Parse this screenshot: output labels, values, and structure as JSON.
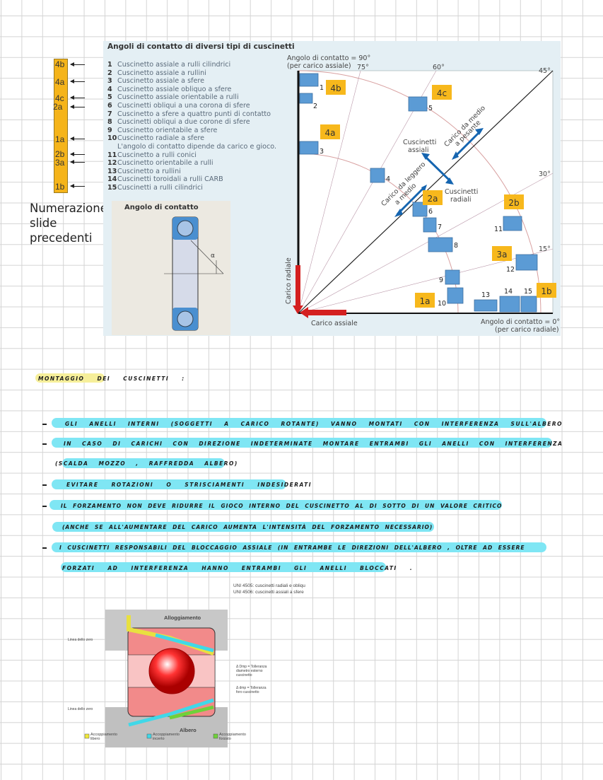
{
  "left_bar": {
    "labels": [
      "4b",
      "4a",
      "4c",
      "2a",
      "1a",
      "2b",
      "3a",
      "1b"
    ],
    "caption": [
      "Numerazione",
      "slide",
      "precedenti"
    ],
    "color": "#f5b41a"
  },
  "figure": {
    "title": "Angoli di contatto di diversi tipi di cuscinetti",
    "items": [
      {
        "n": "1",
        "t": "Cuscinetto assiale a rulli cilindrici"
      },
      {
        "n": "2",
        "t": "Cuscinetto assiale a rullini"
      },
      {
        "n": "3",
        "t": "Cuscinetto assiale a sfere"
      },
      {
        "n": "4",
        "t": "Cuscinetto assiale obliquo a sfere"
      },
      {
        "n": "5",
        "t": "Cuscinetto assiale orientabile a rulli"
      },
      {
        "n": "6",
        "t": "Cuscinetti obliqui a una corona di sfere"
      },
      {
        "n": "7",
        "t": "Cuscinetto a sfere a quattro punti di contatto"
      },
      {
        "n": "8",
        "t": "Cuscinetti obliqui a due corone di sfere"
      },
      {
        "n": "9",
        "t": "Cuscinetto orientabile a sfere"
      },
      {
        "n": "10",
        "t": "Cuscinetto radiale a sfere"
      },
      {
        "n": "",
        "t": "L'angolo di contatto dipende da carico e gioco."
      },
      {
        "n": "11",
        "t": "Cuscinetto a rulli conici"
      },
      {
        "n": "12",
        "t": "Cuscinetto orientabile a rulli"
      },
      {
        "n": "13",
        "t": "Cuscinetto a rullini"
      },
      {
        "n": "14",
        "t": "Cuscinetti toroidali a rulli CARB"
      },
      {
        "n": "15",
        "t": "Cuscinetti a rulli cilindrici"
      }
    ],
    "inset_title": "Angolo di contatto",
    "alpha": "α",
    "diagram": {
      "top_label": [
        "Angolo di contatto = 90°",
        "(per carico assiale)"
      ],
      "bottom_label": [
        "Angolo di contatto = 0°",
        "(per carico radiale)"
      ],
      "angles": [
        "75°",
        "60°",
        "45°",
        "30°",
        "15°"
      ],
      "axial": "Carico assiale",
      "radial": "Carico radiale",
      "assiali": [
        "Cuscinetti",
        "assiali"
      ],
      "radiali": [
        "Cuscinetti",
        "radiali"
      ],
      "light": [
        "Carico da leggero",
        "a medio"
      ],
      "heavy": [
        "Carico da medio",
        "a pesante"
      ],
      "tags": [
        "4b",
        "4c",
        "4a",
        "2a",
        "2b",
        "3a",
        "1a",
        "1b"
      ],
      "numbers": [
        "1",
        "2",
        "3",
        "4",
        "5",
        "6",
        "7",
        "8",
        "9",
        "10",
        "11",
        "12",
        "13",
        "14",
        "15"
      ]
    }
  },
  "notes": {
    "title": "Montaggio dei cuscinetti :",
    "lines": [
      "Gli anelli interni (soggetti a carico rotante) vanno montati con interferenza sull'albero",
      "In caso di carichi con direzione indeterminate montare entrambi gli anelli con interferenza",
      "(scalda mozzo , raffredda albero)",
      "Evitare rotazioni o strisciamenti indesiderati",
      "Il forzamento non deve ridurre il gioco interno del cuscinetto al di sotto di un valore critico",
      "(anche se all'aumentare del carico aumenta l'intensità del forzamento necessario)",
      "I cuscinetti responsabili del bloccaggio assiale (in entrambe le direzioni dell'albero , oltre ad essere",
      "forzati ad interferenza hanno entrambi gli anelli bloccati ."
    ]
  },
  "tolerance_figure": {
    "notes": [
      "UNI 4505: cuscinetti radiali e obliqu",
      "UNI 4506: cuscinetti assiali a sfere"
    ],
    "housing": "Alloggiamento",
    "shaft": "Albero",
    "zero_line": "Linea dello zero",
    "dmp": "Δ Dmp = Tolleranza diametro esterno cuscinetto",
    "dmp_in": "Δ dmp = Tolleranza foro cuscinetto",
    "legend": [
      "Accoppiamento libero",
      "Accoppiamento incerto",
      "Accoppiamento forzato"
    ],
    "legend_colors": [
      "#f0e83a",
      "#3fd6e6",
      "#6fd13a"
    ]
  }
}
